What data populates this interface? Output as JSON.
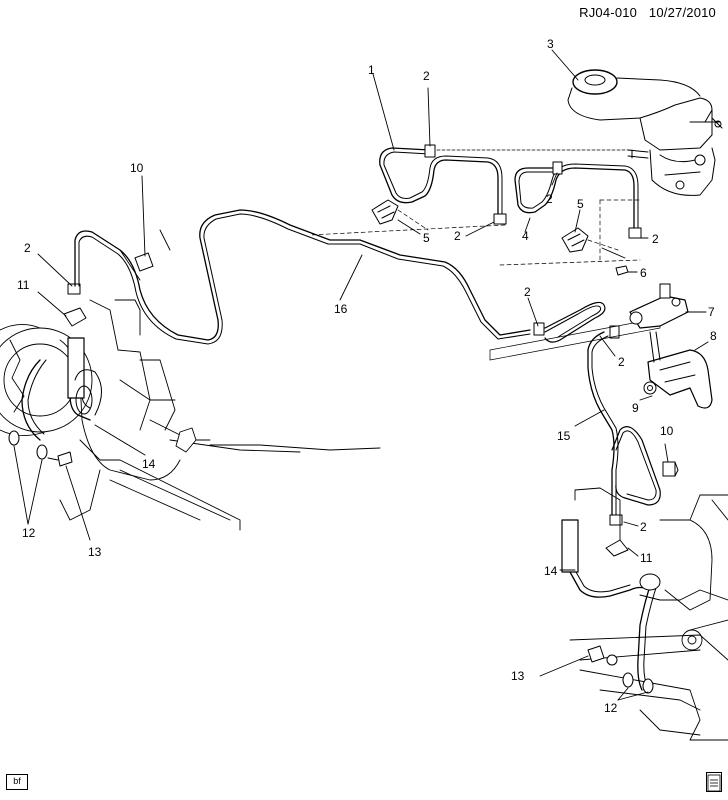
{
  "header": {
    "ref_code": "RJ04-010",
    "date": "10/27/2010"
  },
  "corner_left_label": "bf",
  "corner_right_label": "",
  "callouts": {
    "c1": "1",
    "c2a": "2",
    "c2b": "2",
    "c2c": "2",
    "c2d": "2",
    "c2e": "2",
    "c2f": "2",
    "c2g": "2",
    "c2h": "2",
    "c3": "3",
    "c4": "4",
    "c5a": "5",
    "c5b": "5",
    "c6": "6",
    "c7": "7",
    "c8": "8",
    "c9": "9",
    "c10a": "10",
    "c10b": "10",
    "c11a": "11",
    "c11b": "11",
    "c12a": "12",
    "c12b": "12",
    "c13a": "13",
    "c13b": "13",
    "c14a": "14",
    "c14b": "14",
    "c15": "15",
    "c16": "16"
  }
}
